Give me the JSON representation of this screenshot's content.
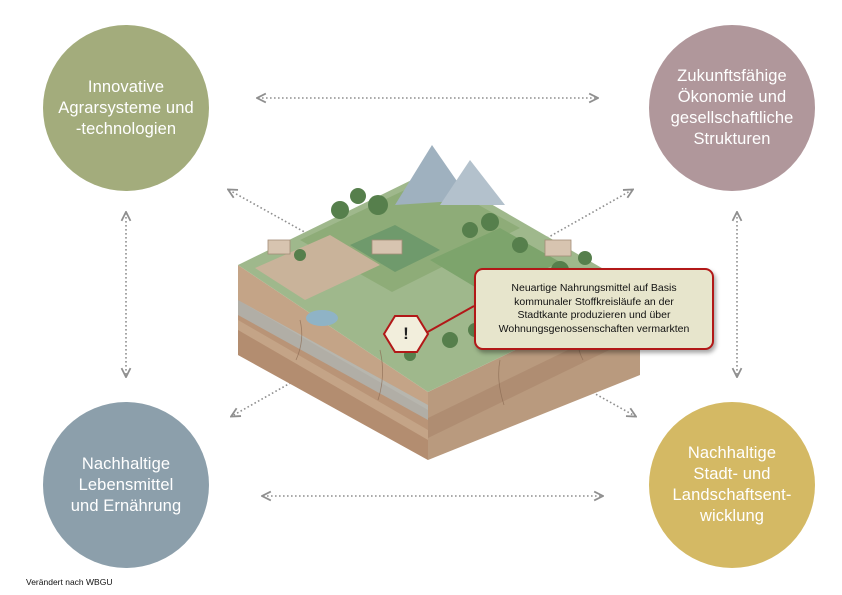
{
  "colors": {
    "circle_top_left": "#a3ac7c",
    "circle_top_right": "#b0979b",
    "circle_bottom_left": "#8c9fab",
    "circle_bottom_right": "#d4b964",
    "arrow": "#8f8f8f",
    "callout_border": "#b21818",
    "callout_fill": "#e7e5cc"
  },
  "circles": {
    "top_left": {
      "lines": [
        "Innovative",
        "Agrarsysteme und",
        "-technologien"
      ]
    },
    "top_right": {
      "lines": [
        "Zukunftsfähige",
        "Ökonomie und",
        "gesellschaftliche",
        "Strukturen"
      ]
    },
    "bottom_left": {
      "lines": [
        "Nachhaltige",
        "Lebensmittel",
        "und Ernährung"
      ]
    },
    "bottom_right": {
      "lines": [
        "Nachhaltige",
        "Stadt- und",
        "Landschaftsent-",
        "wicklung"
      ]
    }
  },
  "illustration": {
    "icon": "landscape-block-illustration"
  },
  "callout": {
    "icon": "warning-hexagon-icon",
    "mark": "!",
    "lines": [
      "Neuartige Nahrungsmittel auf Basis",
      "kommunaler Stoffkreisläufe an der",
      "Stadtkante produzieren und über",
      "Wohnungsgenossenschaften vermarkten"
    ]
  },
  "source": "Verändert nach WBGU"
}
